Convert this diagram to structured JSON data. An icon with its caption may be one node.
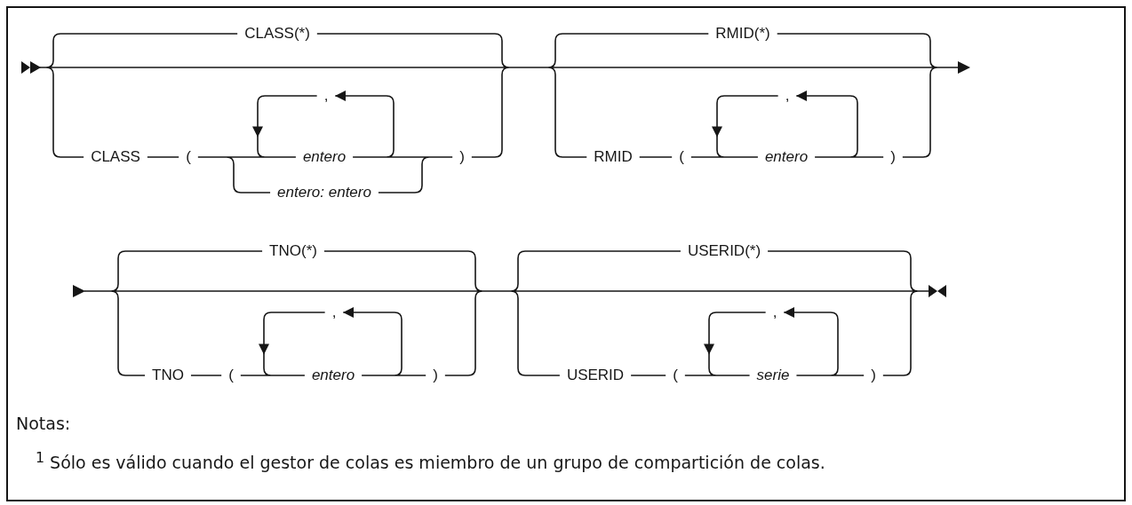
{
  "diagram": {
    "labels": [
      "CLASS(*)",
      "CLASS",
      "(",
      ",",
      "entero",
      "entero: entero",
      ")",
      "RMID(*)",
      "RMID",
      "(",
      ",",
      "entero",
      ")",
      "TNO(*)",
      "TNO",
      "(",
      ",",
      "entero",
      ")",
      "USERID(*)",
      "USERID",
      "(",
      ",",
      "serie",
      ")",
      "Notas:",
      "$^{1}$ Sólo es válido cuando el gestor de colas es miembro de un grupo de compartición de colas."
    ]
  }
}
